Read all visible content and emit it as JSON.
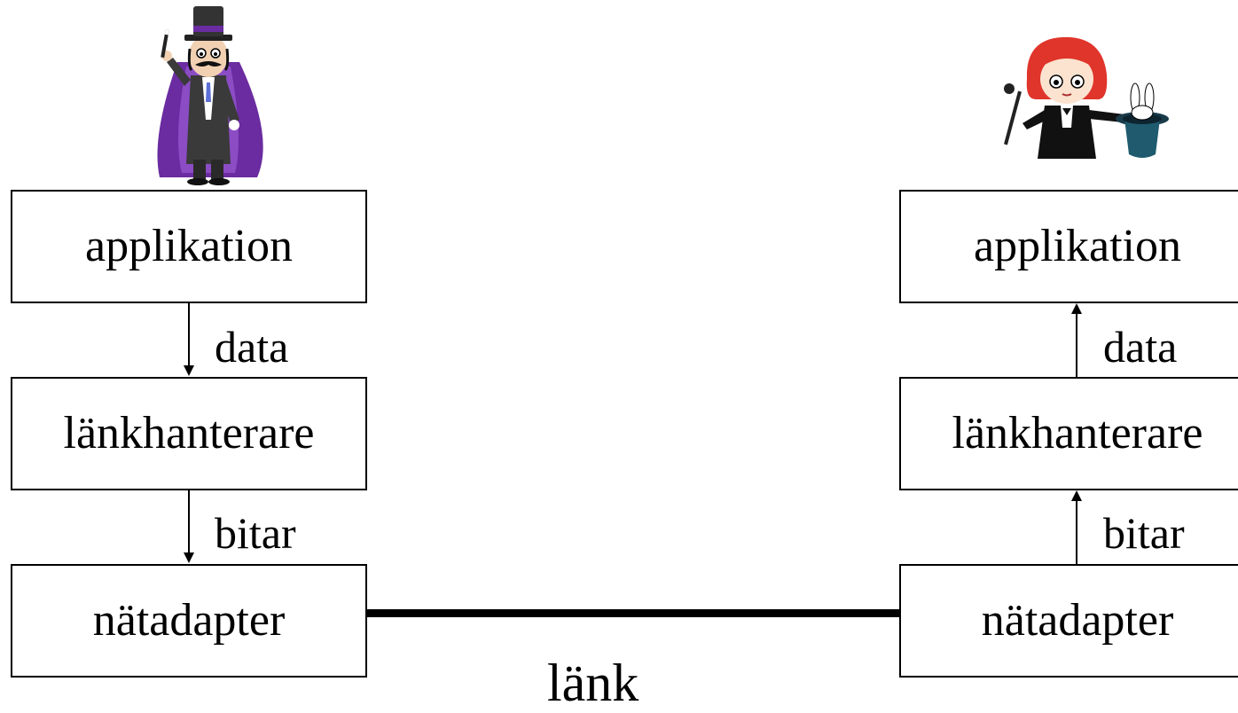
{
  "left_stack": {
    "top_box": "applikation",
    "middle_box": "länkhanterare",
    "bottom_box": "nätadapter",
    "upper_arrow_label": "data",
    "lower_arrow_label": "bitar"
  },
  "right_stack": {
    "top_box": "applikation",
    "middle_box": "länkhanterare",
    "bottom_box": "nätadapter",
    "upper_arrow_label": "data",
    "lower_arrow_label": "bitar"
  },
  "link": {
    "label": "länk"
  },
  "icons": {
    "left_figure": "male-magician-icon",
    "right_figure": "female-magician-icon"
  },
  "colors": {
    "stroke": "#000000",
    "background": "#ffffff",
    "cape_purple": "#6a2ca0",
    "hair_red": "#e0352b"
  }
}
